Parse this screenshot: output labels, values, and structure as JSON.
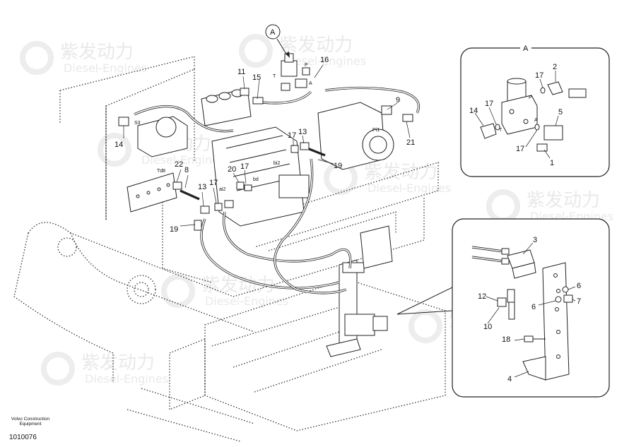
{
  "watermark": {
    "logo_text": "紫发动力",
    "sub_text": "Diesel-Engines"
  },
  "footer": {
    "maker_line1": "Volvo Construction",
    "maker_line2": "Equipment",
    "part_number": "1010076"
  },
  "callout_main": "A",
  "inset_a": {
    "title": "A",
    "labels": [
      "17",
      "2",
      "14",
      "17",
      "P",
      "T",
      "A",
      "5",
      "17",
      "1"
    ]
  },
  "inset_b": {
    "labels": [
      "3",
      "12",
      "10",
      "6",
      "6",
      "7",
      "18",
      "4"
    ]
  },
  "main_labels": [
    "16",
    "11",
    "15",
    "P",
    "T",
    "A",
    "9",
    "S3",
    "14",
    "Pi1",
    "21",
    "17",
    "13",
    "bi2",
    "19",
    "22",
    "Td8",
    "8",
    "20",
    "17",
    "ai2",
    "bd",
    "13",
    "17",
    "19"
  ]
}
